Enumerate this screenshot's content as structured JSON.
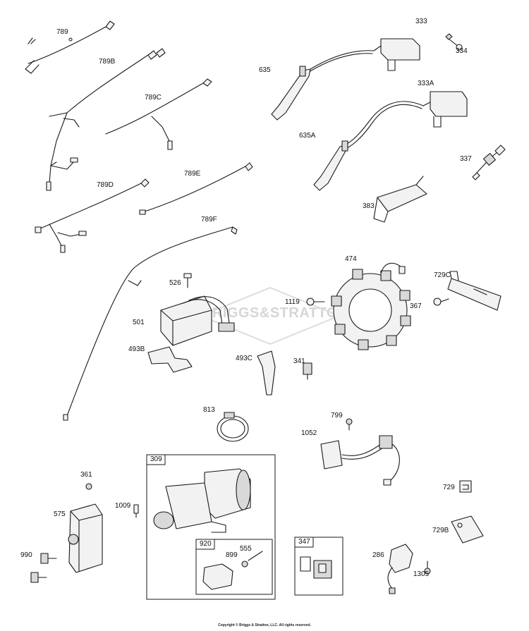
{
  "watermark_text": "BRIGGS&STRATTON",
  "copyright": "Copyright © Briggs & Stratton, LLC. All rights reserved.",
  "box_labels": {
    "309": "309",
    "920": "920",
    "347": "347"
  },
  "part_labels": {
    "789": "789",
    "789B": "789B",
    "789C": "789C",
    "789D": "789D",
    "789E": "789E",
    "789F": "789F",
    "333": "333",
    "334": "334",
    "635": "635",
    "333A": "333A",
    "635A": "635A",
    "337": "337",
    "383": "383",
    "474": "474",
    "526": "526",
    "729C": "729C",
    "1119": "1119",
    "367": "367",
    "501": "501",
    "493B": "493B",
    "493C": "493C",
    "341": "341",
    "813": "813",
    "799": "799",
    "1052": "1052",
    "361": "361",
    "729": "729",
    "1009": "1009",
    "575": "575",
    "729B": "729B",
    "555": "555",
    "899": "899",
    "286": "286",
    "990": "990",
    "1305": "1305"
  },
  "colors": {
    "line": "#1a1a1a",
    "fill_light": "#f2f2f2",
    "fill_mid": "#d9d9d9",
    "watermark": "#d6d6d6"
  }
}
